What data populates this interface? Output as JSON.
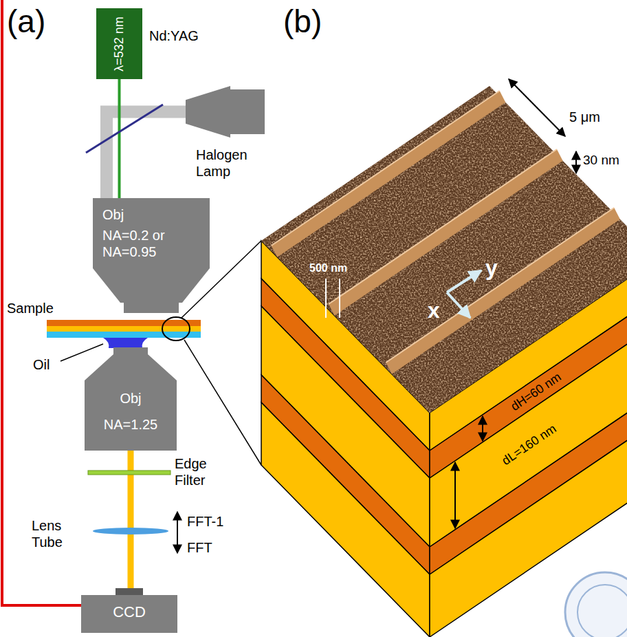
{
  "diagram": {
    "nodes": [
      {
        "text": [
          "λ=532 nm",
          "Nd:YAG"
        ]
      },
      {
        "text": [
          "Halogen Lamp"
        ]
      },
      {
        "text": [
          "Obj",
          "NA=0.2 or NA=0.95"
        ]
      },
      {
        "text": [
          "Obj",
          "NA=1.25"
        ]
      },
      {
        "text": [
          "CCD"
        ]
      }
    ],
    "edges": [
      {
        "from": 1,
        "to": 2,
        "arrow": "none"
      },
      {
        "from": 0,
        "to": 2,
        "arrow": "none"
      },
      {
        "from": 3,
        "to": 4,
        "arrow": "none"
      }
    ],
    "labels": [
      "(a)",
      "(b)",
      "Sample",
      "Oil",
      "Edge Filter",
      "Lens Tube",
      "FFT-1",
      "FFT",
      "5 μm",
      "30 nm",
      "500 nm",
      "y",
      "x",
      "dH=60 nm",
      "dL=160 nm"
    ]
  }
}
